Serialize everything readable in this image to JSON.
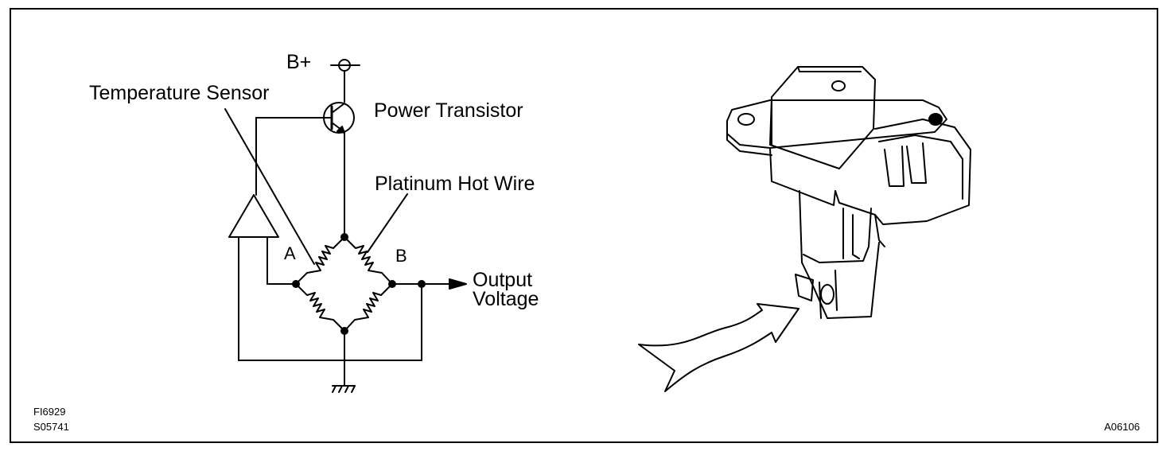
{
  "labels": {
    "b_plus": "B+",
    "temperature_sensor": "Temperature Sensor",
    "power_transistor": "Power Transistor",
    "platinum_hot_wire": "Platinum Hot Wire",
    "node_a": "A",
    "node_b": "B",
    "output_voltage_line1": "Output",
    "output_voltage_line2": "Voltage"
  },
  "figure_codes": {
    "code1": "FI6929",
    "code2": "S05741",
    "code3": "A06106"
  }
}
